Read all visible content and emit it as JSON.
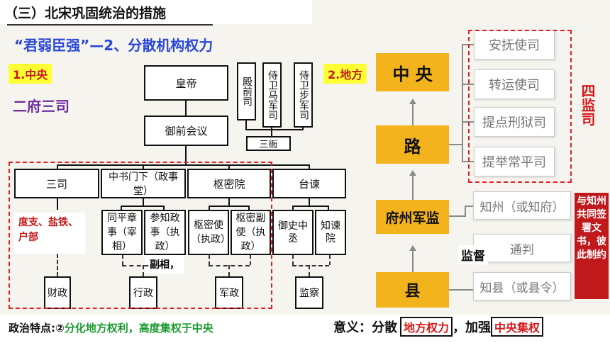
{
  "header": {
    "title": "（三）北宋巩固统治的措施",
    "subtitle": "“君弱臣强”—2、分散机构权力"
  },
  "left": {
    "tag": "1.中央",
    "erfu": "二府三司",
    "emperor": "皇帝",
    "council": "御前会议",
    "guards": [
      "殿前司",
      "侍卫马军司",
      "侍卫步军司"
    ],
    "sanya": "三衙",
    "organs": [
      "三司",
      "中书门下（政事堂）",
      "枢密院",
      "台谏"
    ],
    "sansi_note": "度支、盐铁、户部",
    "officials": [
      "同平章事（宰相）",
      "参知政事（执政）",
      "枢密使（执政）",
      "枢密副使（执政）",
      "御史中丞",
      "知谏院"
    ],
    "fuxiang_note": "副相，",
    "functions": [
      "财政",
      "行政",
      "军政",
      "监察"
    ]
  },
  "right": {
    "tag": "2.地方",
    "levels": [
      "中  央",
      "路",
      "府州军监",
      "县"
    ],
    "jiansi": [
      "安抚使司",
      "转运使司",
      "提点刑狱司",
      "提举常平司"
    ],
    "sijiansi": "四监司",
    "zhou": "知州（或知府）",
    "tongpan": "通判",
    "zhixian": "知县（或县令）",
    "jiandu": "监督",
    "cosign": "与知州共同签署文书，彼此制约"
  },
  "bottom": {
    "feature_prefix": "政治特点:②",
    "feature": "分化地方权利，高度集权于中央",
    "meaning_prefix": "意义：分散",
    "meaning_box1": "地方权力",
    "meaning_mid": "，加强",
    "meaning_box2": "中央集权"
  }
}
